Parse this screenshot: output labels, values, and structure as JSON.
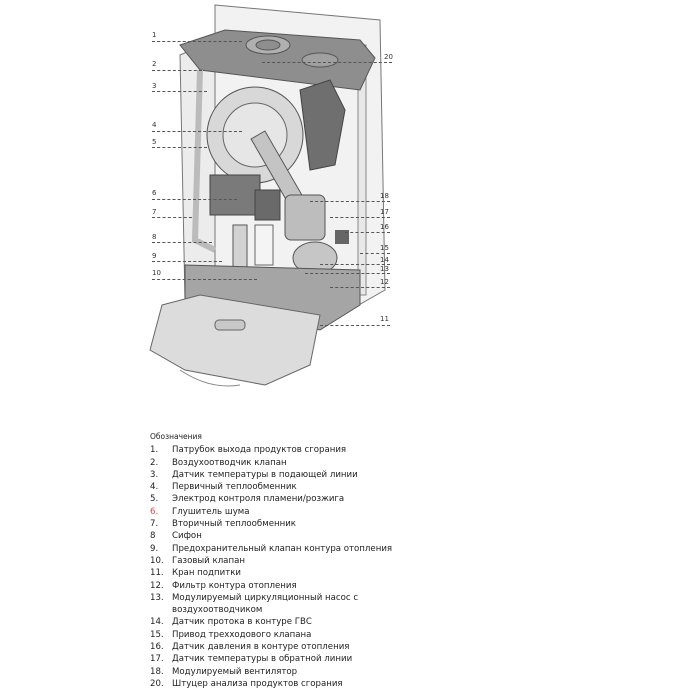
{
  "callouts": {
    "c1": "1",
    "c2": "2",
    "c3": "3",
    "c4": "4",
    "c5": "5",
    "c6": "6",
    "c7": "7",
    "c8": "8",
    "c9": "9",
    "c10": "10",
    "c11": "11",
    "c12": "12",
    "c13": "13",
    "c14": "14",
    "c15": "15",
    "c16": "16",
    "c17": "17",
    "c18": "18",
    "c20": "20"
  },
  "legend": {
    "title": "Обозначения",
    "items": [
      {
        "n": "1.",
        "t": "Патрубок выхода продуктов сгорания"
      },
      {
        "n": "2.",
        "t": "Воздухоотводчик клапан"
      },
      {
        "n": "3.",
        "t": "Датчик температуры в подающей линии"
      },
      {
        "n": "4.",
        "t": "Первичный теплообменник"
      },
      {
        "n": "5.",
        "t": "Электрод контроля пламени/розжига"
      },
      {
        "n": "6.",
        "t": "Глушитель шума"
      },
      {
        "n": "7.",
        "t": "Вторичный теплообменник"
      },
      {
        "n": "8",
        "t": "Сифон"
      },
      {
        "n": "9.",
        "t": "Предохранительный клапан контура отопления"
      },
      {
        "n": "10.",
        "t": "Газовый клапан"
      },
      {
        "n": "11.",
        "t": "Кран подпитки"
      },
      {
        "n": "12.",
        "t": "Фильтр контура отопления"
      },
      {
        "n": "13.",
        "t": "Модулируемый циркуляционный насос с"
      },
      {
        "n": "",
        "t": "воздухоотводчиком"
      },
      {
        "n": "14.",
        "t": "Датчик протока в контуре ГВС"
      },
      {
        "n": "15.",
        "t": "Привод трехходового клапана"
      },
      {
        "n": "16.",
        "t": "Датчик давления в контуре отопления"
      },
      {
        "n": "17.",
        "t": "Датчик температуры в обратной линии"
      },
      {
        "n": "18.",
        "t": "Модулируемый вентилятор"
      },
      {
        "n": "20.",
        "t": "Штуцер анализа продуктов сгорания"
      }
    ]
  },
  "colors": {
    "highlight": "#e0463c"
  }
}
